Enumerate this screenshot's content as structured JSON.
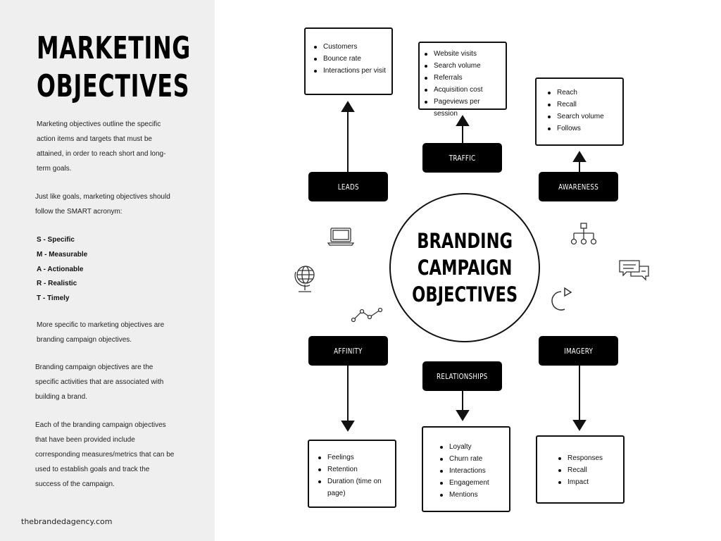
{
  "sidebar": {
    "title_line1": "MARKETING",
    "title_line2": "OBJECTIVES",
    "intro": "Marketing objectives outline the specific action items and targets that must be attained, in order to reach short and long-term goals.",
    "smart_intro": "Just like goals, marketing objectives should follow the SMART acronym:",
    "smart": [
      {
        "letter": "S - Specific"
      },
      {
        "letter": "M - Measurable"
      },
      {
        "letter": "A - Actionable"
      },
      {
        "letter": "R - Realistic"
      },
      {
        "letter": "T - Timely"
      }
    ],
    "specific": "More specific to marketing objectives are branding campaign objectives.",
    "definition": "Branding campaign objectives are the specific activities that are associated with building a brand.",
    "each": "Each of the branding campaign objectives that have been provided include corresponding measures/metrics that can be used to establish goals and track the success of the campaign.",
    "footer": "thebrandedagency.com"
  },
  "center": {
    "title": "BRANDING\nCAMPAIGN\nOBJECTIVES"
  },
  "objectives": {
    "leads": {
      "label": "LEADS",
      "metrics": [
        "Customers",
        "Bounce rate",
        "Interactions per visit"
      ]
    },
    "traffic": {
      "label": "TRAFFIC",
      "metrics": [
        "Website visits",
        "Search volume",
        "Referrals",
        "Acquisition cost",
        "Pageviews per session"
      ]
    },
    "awareness": {
      "label": "AWARENESS",
      "metrics": [
        "Reach",
        "Recall",
        "Search volume",
        "Follows"
      ]
    },
    "affinity": {
      "label": "AFFINITY",
      "metrics": [
        "Feelings",
        "Retention",
        "Duration (time on page)"
      ]
    },
    "relationships": {
      "label": "RELATIONSHIPS",
      "metrics": [
        "Loyalty",
        "Churn rate",
        "Interactions",
        "Engagement",
        "Mentions"
      ]
    },
    "imagery": {
      "label": "IMAGERY",
      "metrics": [
        "Responses",
        "Recall",
        "Impact"
      ]
    }
  },
  "icons": [
    "laptop-icon",
    "globe-icon",
    "line-graph-icon",
    "org-chart-icon",
    "chat-bubbles-icon",
    "refresh-arrow-icon"
  ]
}
